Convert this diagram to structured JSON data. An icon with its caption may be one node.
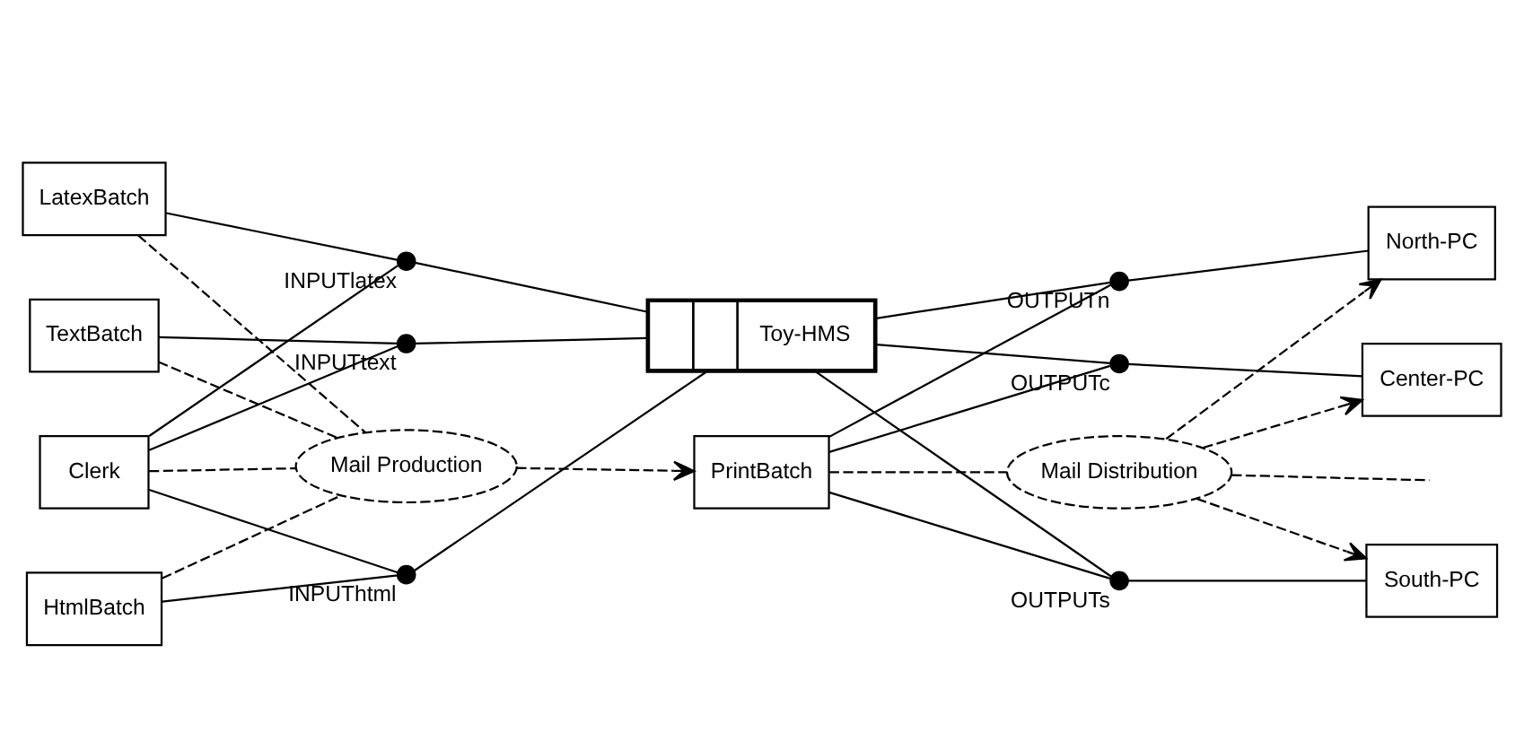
{
  "diagram": {
    "nodes": [
      {
        "text": [
          "Clerk"
        ]
      },
      {
        "text": [],
        "shape": "circle",
        "beside": [
          "INPUTlatex"
        ]
      },
      {
        "text": [
          "Toy-HMS"
        ]
      },
      {
        "text": [],
        "shape": "circle",
        "beside": [
          "OUTPUTn"
        ]
      },
      {
        "text": [
          "North-PC"
        ]
      },
      {
        "text": [],
        "shape": "circle",
        "beside": [
          "OUTPUTc"
        ]
      },
      {
        "text": [
          "Center-PC"
        ]
      },
      {
        "text": [],
        "shape": "circle",
        "beside": [
          "INPUTtext"
        ]
      },
      {
        "text": [
          "LatexBatch"
        ]
      },
      {
        "text": [],
        "shape": "circle",
        "beside": [
          "OUTPUTs"
        ]
      },
      {
        "text": [
          "South-PC"
        ]
      },
      {
        "text": [
          "TextBatch"
        ]
      },
      {
        "text": [],
        "shape": "circle",
        "beside": [
          "INPUThtml"
        ]
      },
      {
        "text": [
          "HtmlBatch"
        ]
      },
      {
        "text": [
          "PrintBatch"
        ]
      },
      {
        "text": [
          "Mail Production"
        ]
      },
      {
        "text": [
          "Mail Distribution"
        ]
      }
    ],
    "edges": [
      {
        "from": 0,
        "to": 1,
        "arrow": "none"
      },
      {
        "from": 1,
        "to": 2,
        "arrow": "none"
      },
      {
        "from": 8,
        "to": 1,
        "arrow": "none"
      },
      {
        "from": 0,
        "to": 7,
        "arrow": "none"
      },
      {
        "from": 2,
        "to": 7,
        "arrow": "none"
      },
      {
        "from": 11,
        "to": 7,
        "arrow": "none"
      },
      {
        "from": 0,
        "to": 12,
        "arrow": "none"
      },
      {
        "from": 2,
        "to": 12,
        "arrow": "none"
      },
      {
        "from": 13,
        "to": 12,
        "arrow": "none"
      },
      {
        "from": 2,
        "to": 3,
        "arrow": "none"
      },
      {
        "from": 3,
        "to": 4,
        "arrow": "none"
      },
      {
        "from": 14,
        "to": 3,
        "arrow": "none"
      },
      {
        "from": 2,
        "to": 5,
        "arrow": "none"
      },
      {
        "from": 5,
        "to": 6,
        "arrow": "none"
      },
      {
        "from": 14,
        "to": 5,
        "arrow": "none"
      },
      {
        "from": 2,
        "to": 9,
        "arrow": "none"
      },
      {
        "from": 9,
        "to": 10,
        "arrow": "none"
      },
      {
        "from": 14,
        "to": 9,
        "arrow": "none"
      },
      {
        "from": 0,
        "to": 15,
        "arrow": "none",
        "style": "dashed"
      },
      {
        "from": 8,
        "to": 15,
        "arrow": "none",
        "style": "dashed"
      },
      {
        "from": 11,
        "to": 15,
        "arrow": "none",
        "style": "dashed"
      },
      {
        "from": 13,
        "to": 15,
        "arrow": "none",
        "style": "dashed"
      },
      {
        "from": 15,
        "to": 14,
        "arrow": "to",
        "style": "dashed"
      },
      {
        "from": 14,
        "to": 16,
        "arrow": "none",
        "style": "dashed"
      },
      {
        "from": 16,
        "to": 4,
        "arrow": "to",
        "style": "dashed"
      },
      {
        "from": 16,
        "to": 6,
        "arrow": "to",
        "style": "dashed"
      },
      {
        "from": 16,
        "to": 10,
        "arrow": "to",
        "style": "dashed"
      },
      {
        "from": 16,
        "to": null,
        "arrow": "none",
        "style": "dashed"
      }
    ]
  }
}
